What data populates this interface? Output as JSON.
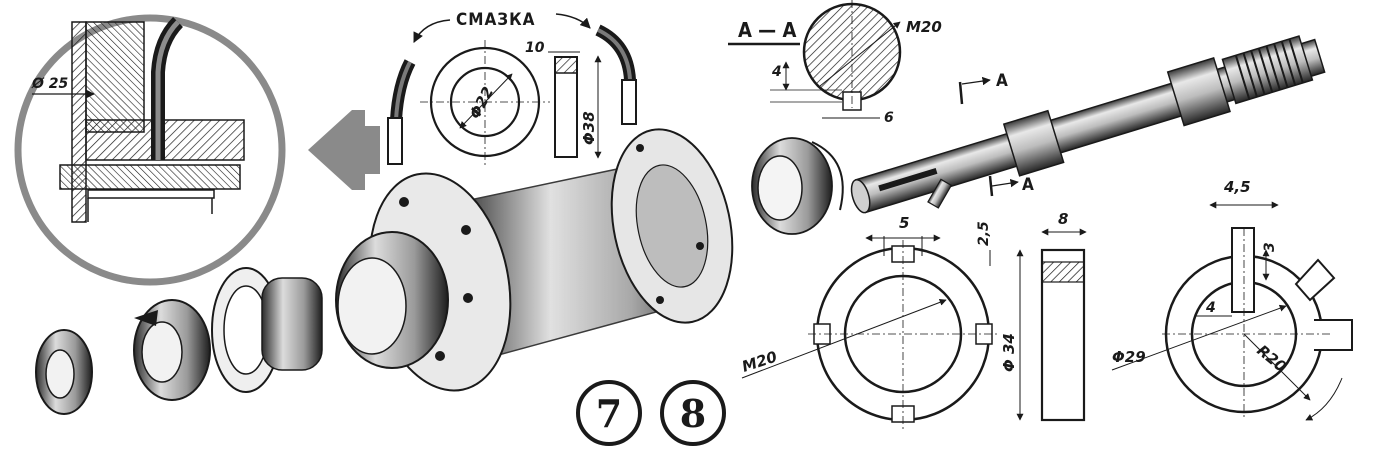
{
  "labels": {
    "grease": "СМАЗКА",
    "section_title": "А — А",
    "section_mark_top": "А",
    "section_mark_bottom": "А",
    "d25": "Ø 25",
    "d22": "Φ22",
    "w10": "10",
    "d38": "Φ38",
    "m20_section": "M20",
    "dim4_section": "4",
    "dim6_section": "6",
    "dim25": "2,5",
    "dim5": "5",
    "dim8": "8",
    "d34": "Φ 34",
    "m20_nut": "M20",
    "dim45": "4,5",
    "dim3": "3",
    "dim4_washer": "4",
    "d29": "Φ29",
    "r20": "R20"
  },
  "figures": [
    "7",
    "8"
  ]
}
